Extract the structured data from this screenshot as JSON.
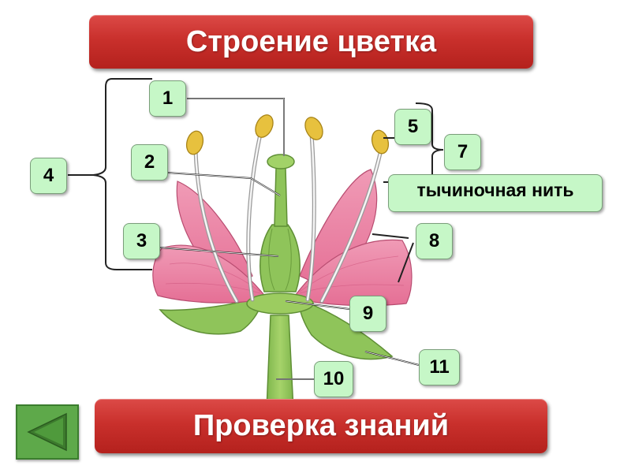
{
  "title": "Строение цветка",
  "check_button": "Проверка знаний",
  "callouts": [
    "1",
    "2",
    "3",
    "4",
    "5",
    "7",
    "8",
    "9",
    "10",
    "11"
  ],
  "label_box": "тычиночная нить",
  "colors": {
    "banner": "#c9302c",
    "badge_fill": "#c6f7c7",
    "petal": "#ee88a6",
    "stem": "#8cc158",
    "anther": "#e7c13e",
    "back_button": "#5ea94a"
  },
  "icons": {
    "back_button": "triangle-left-icon"
  }
}
